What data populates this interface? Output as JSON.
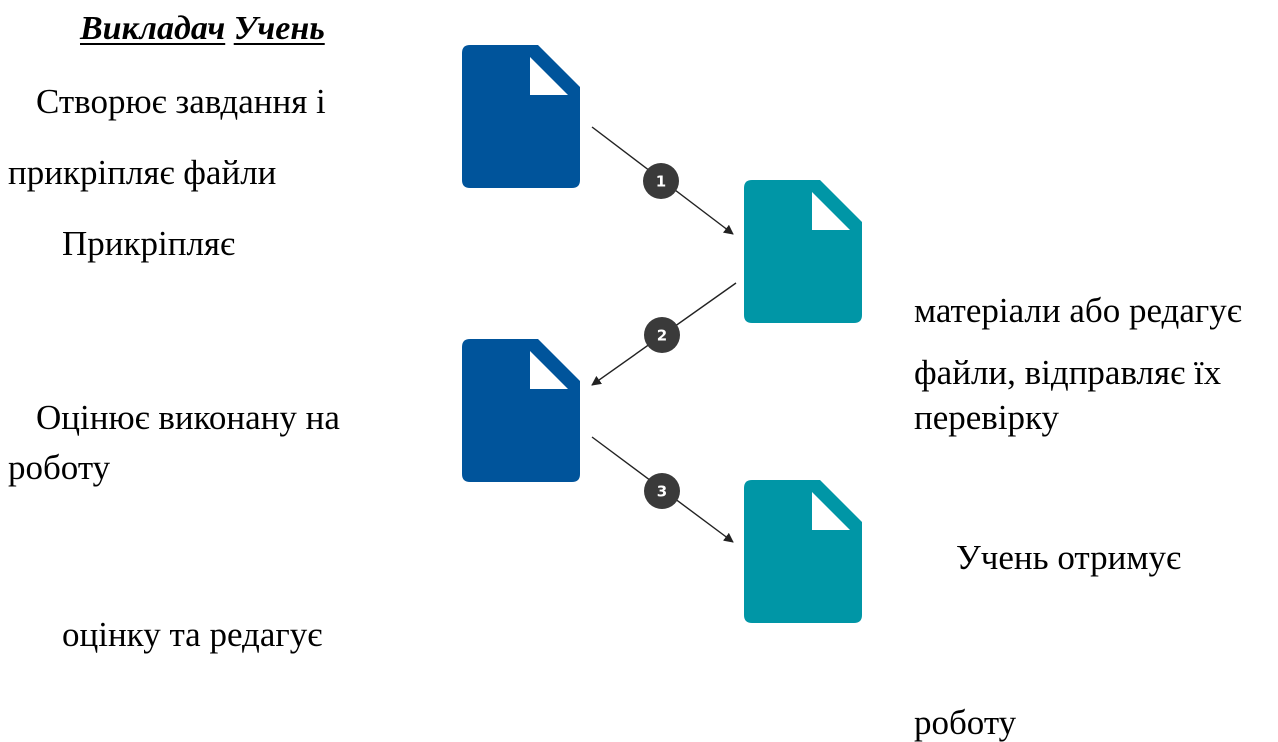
{
  "heading": {
    "teacher": "Викладач",
    "student": "Учень"
  },
  "left_text": {
    "line1": "Створює завдання і",
    "line2": "прикріпляє файли",
    "line3": "Прикріпляє",
    "line4": "Оцінює виконану на",
    "line5": "роботу",
    "line6": "оцінку та редагує"
  },
  "right_text": {
    "line1": "матеріали або редагує",
    "line2": "файли, відправляє їх",
    "line3": "перевірку",
    "line4": "Учень отримує",
    "line5": "роботу"
  },
  "steps": [
    "1",
    "2",
    "3"
  ],
  "colors": {
    "teacher_doc": "#00549b",
    "student_doc": "#0096a6",
    "step_badge": "#3a3a3a",
    "arrow": "#222222"
  },
  "icons": {
    "teacher_document": "document-icon",
    "student_document": "document-icon"
  }
}
